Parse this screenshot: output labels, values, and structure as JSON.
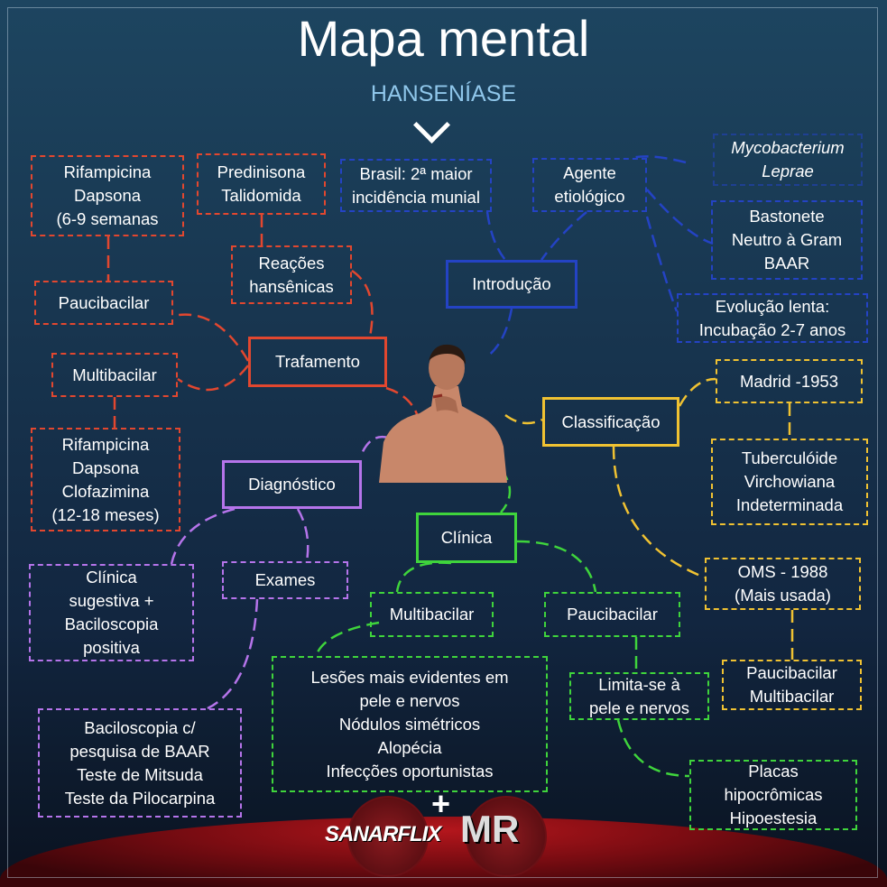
{
  "header": {
    "title": "Mapa mental",
    "subtitle": "HANSENÍASE"
  },
  "colors": {
    "tratamento": "#e2472f",
    "introducao": "#2443c4",
    "classificacao": "#f0c232",
    "diagnostico": "#b574ea",
    "clinica": "#3fd43c"
  },
  "nodes": {
    "tratamento": {
      "lines": [
        "Trafamento"
      ]
    },
    "rif_pauci": {
      "lines": [
        "Rifampicina",
        "Dapsona",
        "(6-9 semanas"
      ]
    },
    "predinisona": {
      "lines": [
        "Predinisona",
        "Talidomida"
      ]
    },
    "reacoes": {
      "lines": [
        "Reações",
        "hansênicas"
      ]
    },
    "paucibacilar_trat": {
      "lines": [
        "Paucibacilar"
      ]
    },
    "multibacilar_trat": {
      "lines": [
        "Multibacilar"
      ]
    },
    "rif_multi": {
      "lines": [
        "Rifampicina",
        "Dapsona",
        "Clofazimina",
        "(12-18 meses)"
      ]
    },
    "introducao": {
      "lines": [
        "Introdução"
      ]
    },
    "brasil": {
      "lines": [
        "Brasil: 2ª maior",
        "incidência munial"
      ]
    },
    "agente": {
      "lines": [
        "Agente",
        "etiológico"
      ]
    },
    "mycobacterium": {
      "lines": [
        "Mycobacterium",
        "Leprae"
      ]
    },
    "bastonete": {
      "lines": [
        "Bastonete",
        "Neutro à Gram",
        "BAAR"
      ]
    },
    "evolucao": {
      "lines": [
        "Evolução lenta:",
        "Incubação 2-7 anos"
      ]
    },
    "classificacao": {
      "lines": [
        "Classificação"
      ]
    },
    "madrid": {
      "lines": [
        "Madrid -1953"
      ]
    },
    "formas": {
      "lines": [
        "Tuberculóide",
        "Virchowiana",
        "Indeterminada"
      ]
    },
    "oms": {
      "lines": [
        "OMS - 1988",
        "(Mais usada)"
      ]
    },
    "oms_tipos": {
      "lines": [
        "Paucibacilar",
        "Multibacilar"
      ]
    },
    "diagnostico": {
      "lines": [
        "Diagnóstico"
      ]
    },
    "clinica_sugestiva": {
      "lines": [
        "Clínica",
        "sugestiva +",
        "Baciloscopia",
        "positiva"
      ]
    },
    "exames": {
      "lines": [
        "Exames"
      ]
    },
    "exames_lista": {
      "lines": [
        "Baciloscopia c/",
        "pesquisa de BAAR",
        "Teste de Mitsuda",
        "Teste da Pilocarpina"
      ]
    },
    "clinica": {
      "lines": [
        "Clínica"
      ]
    },
    "multibacilar_clin": {
      "lines": [
        "Multibacilar"
      ]
    },
    "paucibacilar_clin": {
      "lines": [
        "Paucibacilar"
      ]
    },
    "lesoes": {
      "lines": [
        "Lesões mais evidentes em",
        "pele e nervos",
        "Nódulos simétricos",
        "Alopécia",
        "Infecções oportunistas"
      ]
    },
    "limita": {
      "lines": [
        "Limita-se à",
        "pele e nervos"
      ]
    },
    "placas": {
      "lines": [
        "Placas",
        "hipocrômicas",
        "Hipoestesia"
      ]
    }
  },
  "footer": {
    "logo_left": "SANARFLIX",
    "plus": "+",
    "logo_right": "MR"
  }
}
